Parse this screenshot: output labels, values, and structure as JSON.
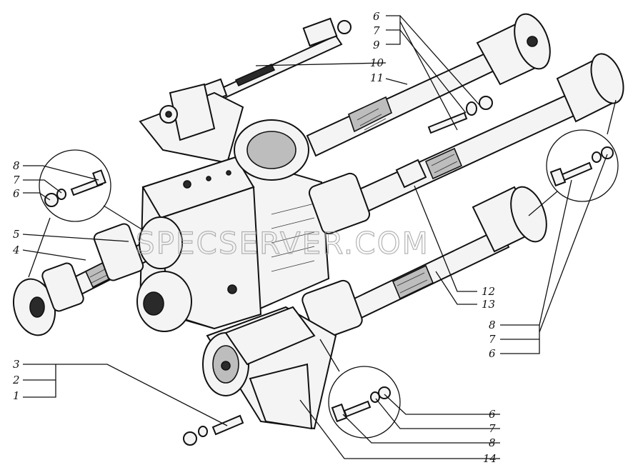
{
  "watermark": "SPECSERVER.COM",
  "callouts": {
    "top_6": "6",
    "top_7": "7",
    "top_9": "9",
    "c10": "10",
    "c11": "11",
    "left_8": "8",
    "left_7": "7",
    "left_6": "6",
    "c5": "5",
    "c4": "4",
    "c3": "3",
    "c2": "2",
    "c1": "1",
    "c12": "12",
    "c13": "13",
    "right_8": "8",
    "right_7": "7",
    "right_6": "6",
    "bot_6": "6",
    "bot_7": "7",
    "bot_8": "8",
    "c14": "14"
  }
}
